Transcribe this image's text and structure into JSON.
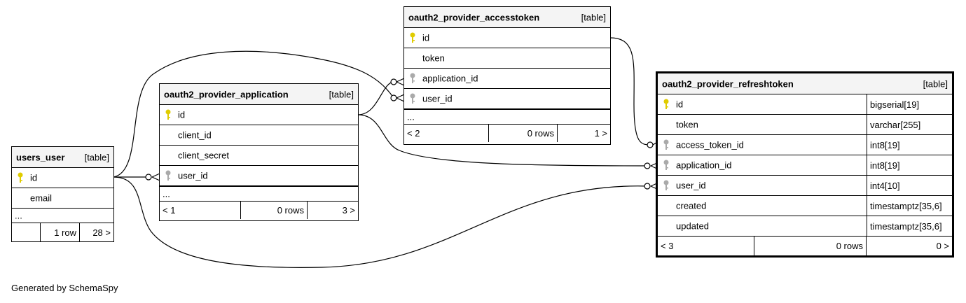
{
  "credit": "Generated by SchemaSpy",
  "colors": {
    "pk_key": "#e0cc00",
    "fk_key": "#aaaaaa",
    "header_bg": "#f4f4f4"
  },
  "tables": {
    "users_user": {
      "name": "users_user",
      "kind": "[table]",
      "columns": [
        {
          "name": "id",
          "key": "primary-key-icon"
        },
        {
          "name": "email"
        }
      ],
      "ellipsis": "...",
      "footer": {
        "prev": "",
        "rows": "1 row",
        "next": "28 >"
      }
    },
    "application": {
      "name": "oauth2_provider_application",
      "kind": "[table]",
      "columns": [
        {
          "name": "id",
          "key": "primary-key-icon"
        },
        {
          "name": "client_id"
        },
        {
          "name": "client_secret"
        },
        {
          "name": "user_id",
          "key": "foreign-key-icon"
        }
      ],
      "ellipsis": "...",
      "footer": {
        "prev": "< 1",
        "rows": "0 rows",
        "next": "3 >"
      }
    },
    "accesstoken": {
      "name": "oauth2_provider_accesstoken",
      "kind": "[table]",
      "columns": [
        {
          "name": "id",
          "key": "primary-key-icon"
        },
        {
          "name": "token"
        },
        {
          "name": "application_id",
          "key": "foreign-key-icon"
        },
        {
          "name": "user_id",
          "key": "foreign-key-icon"
        }
      ],
      "ellipsis": "...",
      "footer": {
        "prev": "< 2",
        "rows": "0 rows",
        "next": "1 >"
      }
    },
    "refreshtoken": {
      "name": "oauth2_provider_refreshtoken",
      "kind": "[table]",
      "columns": [
        {
          "name": "id",
          "key": "primary-key-icon",
          "type": "bigserial[19]"
        },
        {
          "name": "token",
          "type": "varchar[255]"
        },
        {
          "name": "access_token_id",
          "key": "foreign-key-icon",
          "type": "int8[19]"
        },
        {
          "name": "application_id",
          "key": "foreign-key-icon",
          "type": "int8[19]"
        },
        {
          "name": "user_id",
          "key": "foreign-key-icon",
          "type": "int4[10]"
        },
        {
          "name": "created",
          "type": "timestamptz[35,6]"
        },
        {
          "name": "updated",
          "type": "timestamptz[35,6]"
        }
      ],
      "footer": {
        "prev": "< 3",
        "rows": "0 rows",
        "next": "0 >"
      }
    }
  }
}
